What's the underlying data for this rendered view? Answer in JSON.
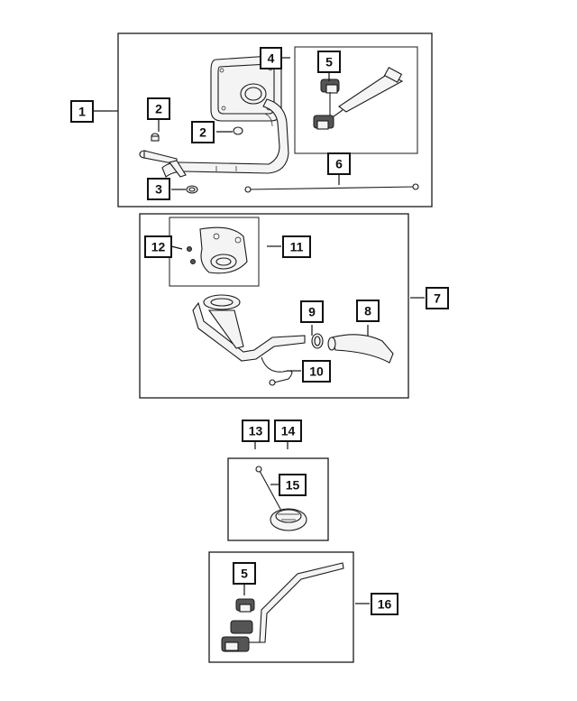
{
  "callouts": [
    {
      "id": "c1",
      "label": "1"
    },
    {
      "id": "c2a",
      "label": "2"
    },
    {
      "id": "c2b",
      "label": "2"
    },
    {
      "id": "c3",
      "label": "3"
    },
    {
      "id": "c4",
      "label": "4"
    },
    {
      "id": "c5a",
      "label": "5"
    },
    {
      "id": "c6",
      "label": "6"
    },
    {
      "id": "c7",
      "label": "7"
    },
    {
      "id": "c8",
      "label": "8"
    },
    {
      "id": "c9",
      "label": "9"
    },
    {
      "id": "c10",
      "label": "10"
    },
    {
      "id": "c11",
      "label": "11"
    },
    {
      "id": "c12",
      "label": "12"
    },
    {
      "id": "c13",
      "label": "13"
    },
    {
      "id": "c14",
      "label": "14"
    },
    {
      "id": "c15",
      "label": "15"
    },
    {
      "id": "c5b",
      "label": "5"
    },
    {
      "id": "c16",
      "label": "16"
    }
  ]
}
